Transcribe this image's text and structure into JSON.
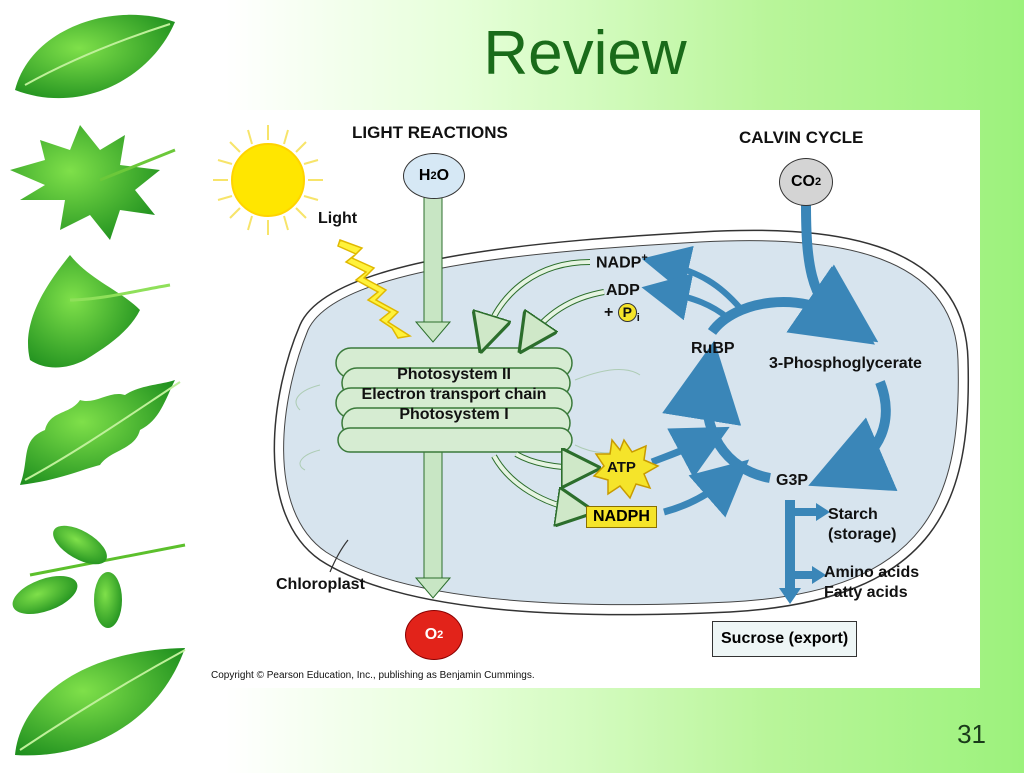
{
  "slide": {
    "title": "Review",
    "number": "31"
  },
  "diagram": {
    "light_reactions_heading": "LIGHT REACTIONS",
    "calvin_cycle_heading": "CALVIN CYCLE",
    "light_label": "Light",
    "h2o": {
      "main": "H",
      "sub": "2",
      "tail": "O"
    },
    "co2": {
      "main": "CO",
      "sub": "2"
    },
    "o2": {
      "main": "O",
      "sub": "2"
    },
    "nadp_plus": {
      "main": "NADP",
      "sup": "+"
    },
    "adp": "ADP",
    "plus_sign": "+",
    "p_symbol": "P",
    "p_sub": "i",
    "rubp": "RuBP",
    "phosphoglycerate": "3-Phosphoglycerate",
    "g3p": "G3P",
    "photosystem_ii": "Photosystem II",
    "electron_transport_chain": "Electron transport chain",
    "photosystem_i": "Photosystem I",
    "atp": "ATP",
    "nadph": "NADPH",
    "starch_line1": "Starch",
    "starch_line2": "(storage)",
    "amino_acids": "Amino acids",
    "fatty_acids": "Fatty acids",
    "sucrose": "Sucrose (export)",
    "chloroplast": "Chloroplast",
    "copyright": "Copyright © Pearson Education, Inc., publishing as Benjamin Cummings."
  },
  "colors": {
    "title_green": "#1a6b1a",
    "stroma_blue": "#d7e4ee",
    "calvin_arrow_blue": "#3a86b8",
    "thylakoid_green": "#d6ecd2",
    "o2_red": "#e2231a",
    "atp_yellow": "#f5e42a"
  }
}
